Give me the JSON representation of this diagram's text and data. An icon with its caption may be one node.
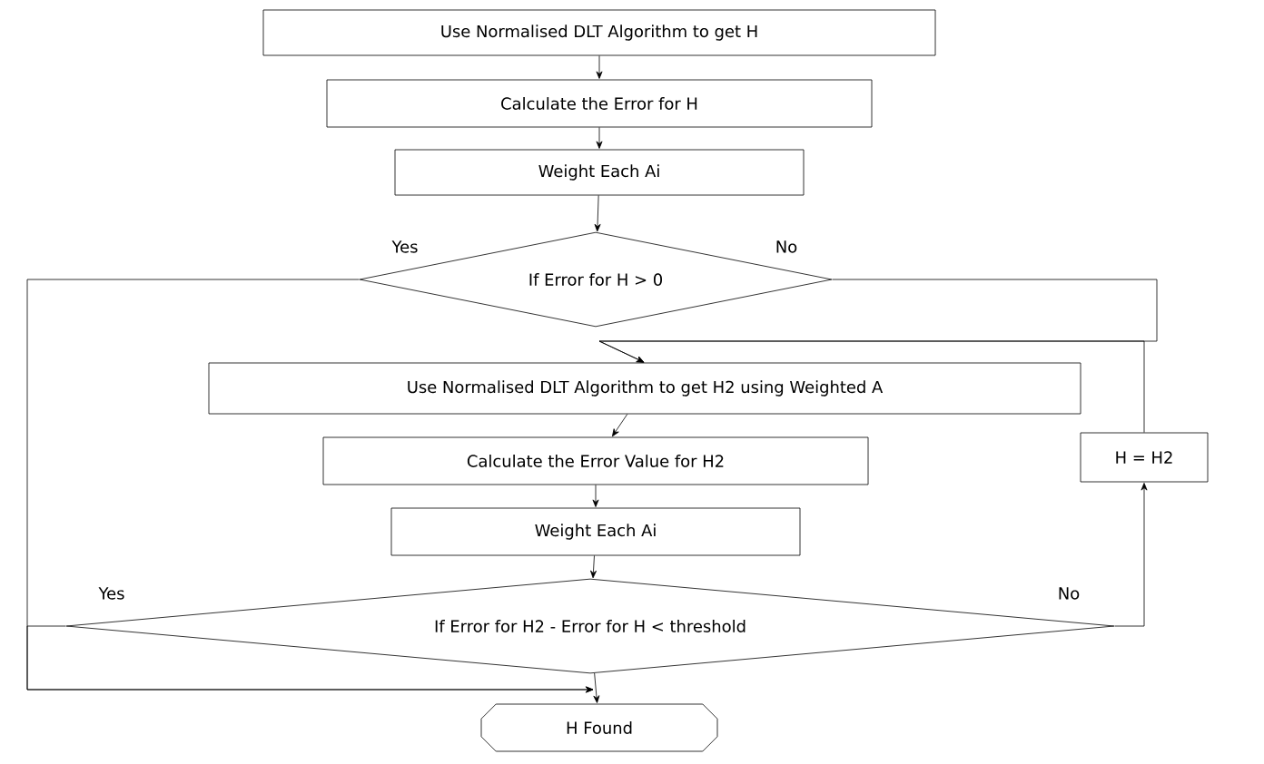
{
  "diagram": {
    "nodes": [
      {
        "text": [
          "Use Normalised DLT Algorithm to get H"
        ]
      },
      {
        "text": [
          "Calculate the Error for H"
        ]
      },
      {
        "text": [
          "Weight Each Ai"
        ]
      },
      {
        "text": [
          "If Error for H > 0"
        ]
      },
      {
        "text": [
          "Use Normalised DLT Algorithm to get H2 using Weighted A"
        ]
      },
      {
        "text": [
          "Calculate the Error Value for H2"
        ]
      },
      {
        "text": [
          "Weight Each Ai"
        ]
      },
      {
        "text": [
          "If Error for H2 - Error for  H < threshold"
        ]
      },
      {
        "text": [
          "H Found"
        ]
      },
      {
        "text": [
          "H = H2"
        ]
      }
    ],
    "edges": [
      {
        "from": 0,
        "to": 1,
        "arrow": "to"
      },
      {
        "from": 1,
        "to": 2,
        "arrow": "to"
      },
      {
        "from": 2,
        "to": 3,
        "arrow": "to"
      },
      {
        "from": 3,
        "to": 4,
        "arrow": "to",
        "label": "No"
      },
      {
        "from": 3,
        "to": 8,
        "arrow": "to",
        "label": "Yes"
      },
      {
        "from": 4,
        "to": 5,
        "arrow": "to"
      },
      {
        "from": 5,
        "to": 6,
        "arrow": "to"
      },
      {
        "from": 6,
        "to": 7,
        "arrow": "to"
      },
      {
        "from": 7,
        "to": 8,
        "arrow": "to",
        "label": "Yes"
      },
      {
        "from": 7,
        "to": 9,
        "arrow": "to",
        "label": "No"
      },
      {
        "from": 9,
        "to": 4,
        "arrow": "to"
      },
      {
        "from": 7,
        "to": 8,
        "arrow": "to"
      }
    ]
  }
}
